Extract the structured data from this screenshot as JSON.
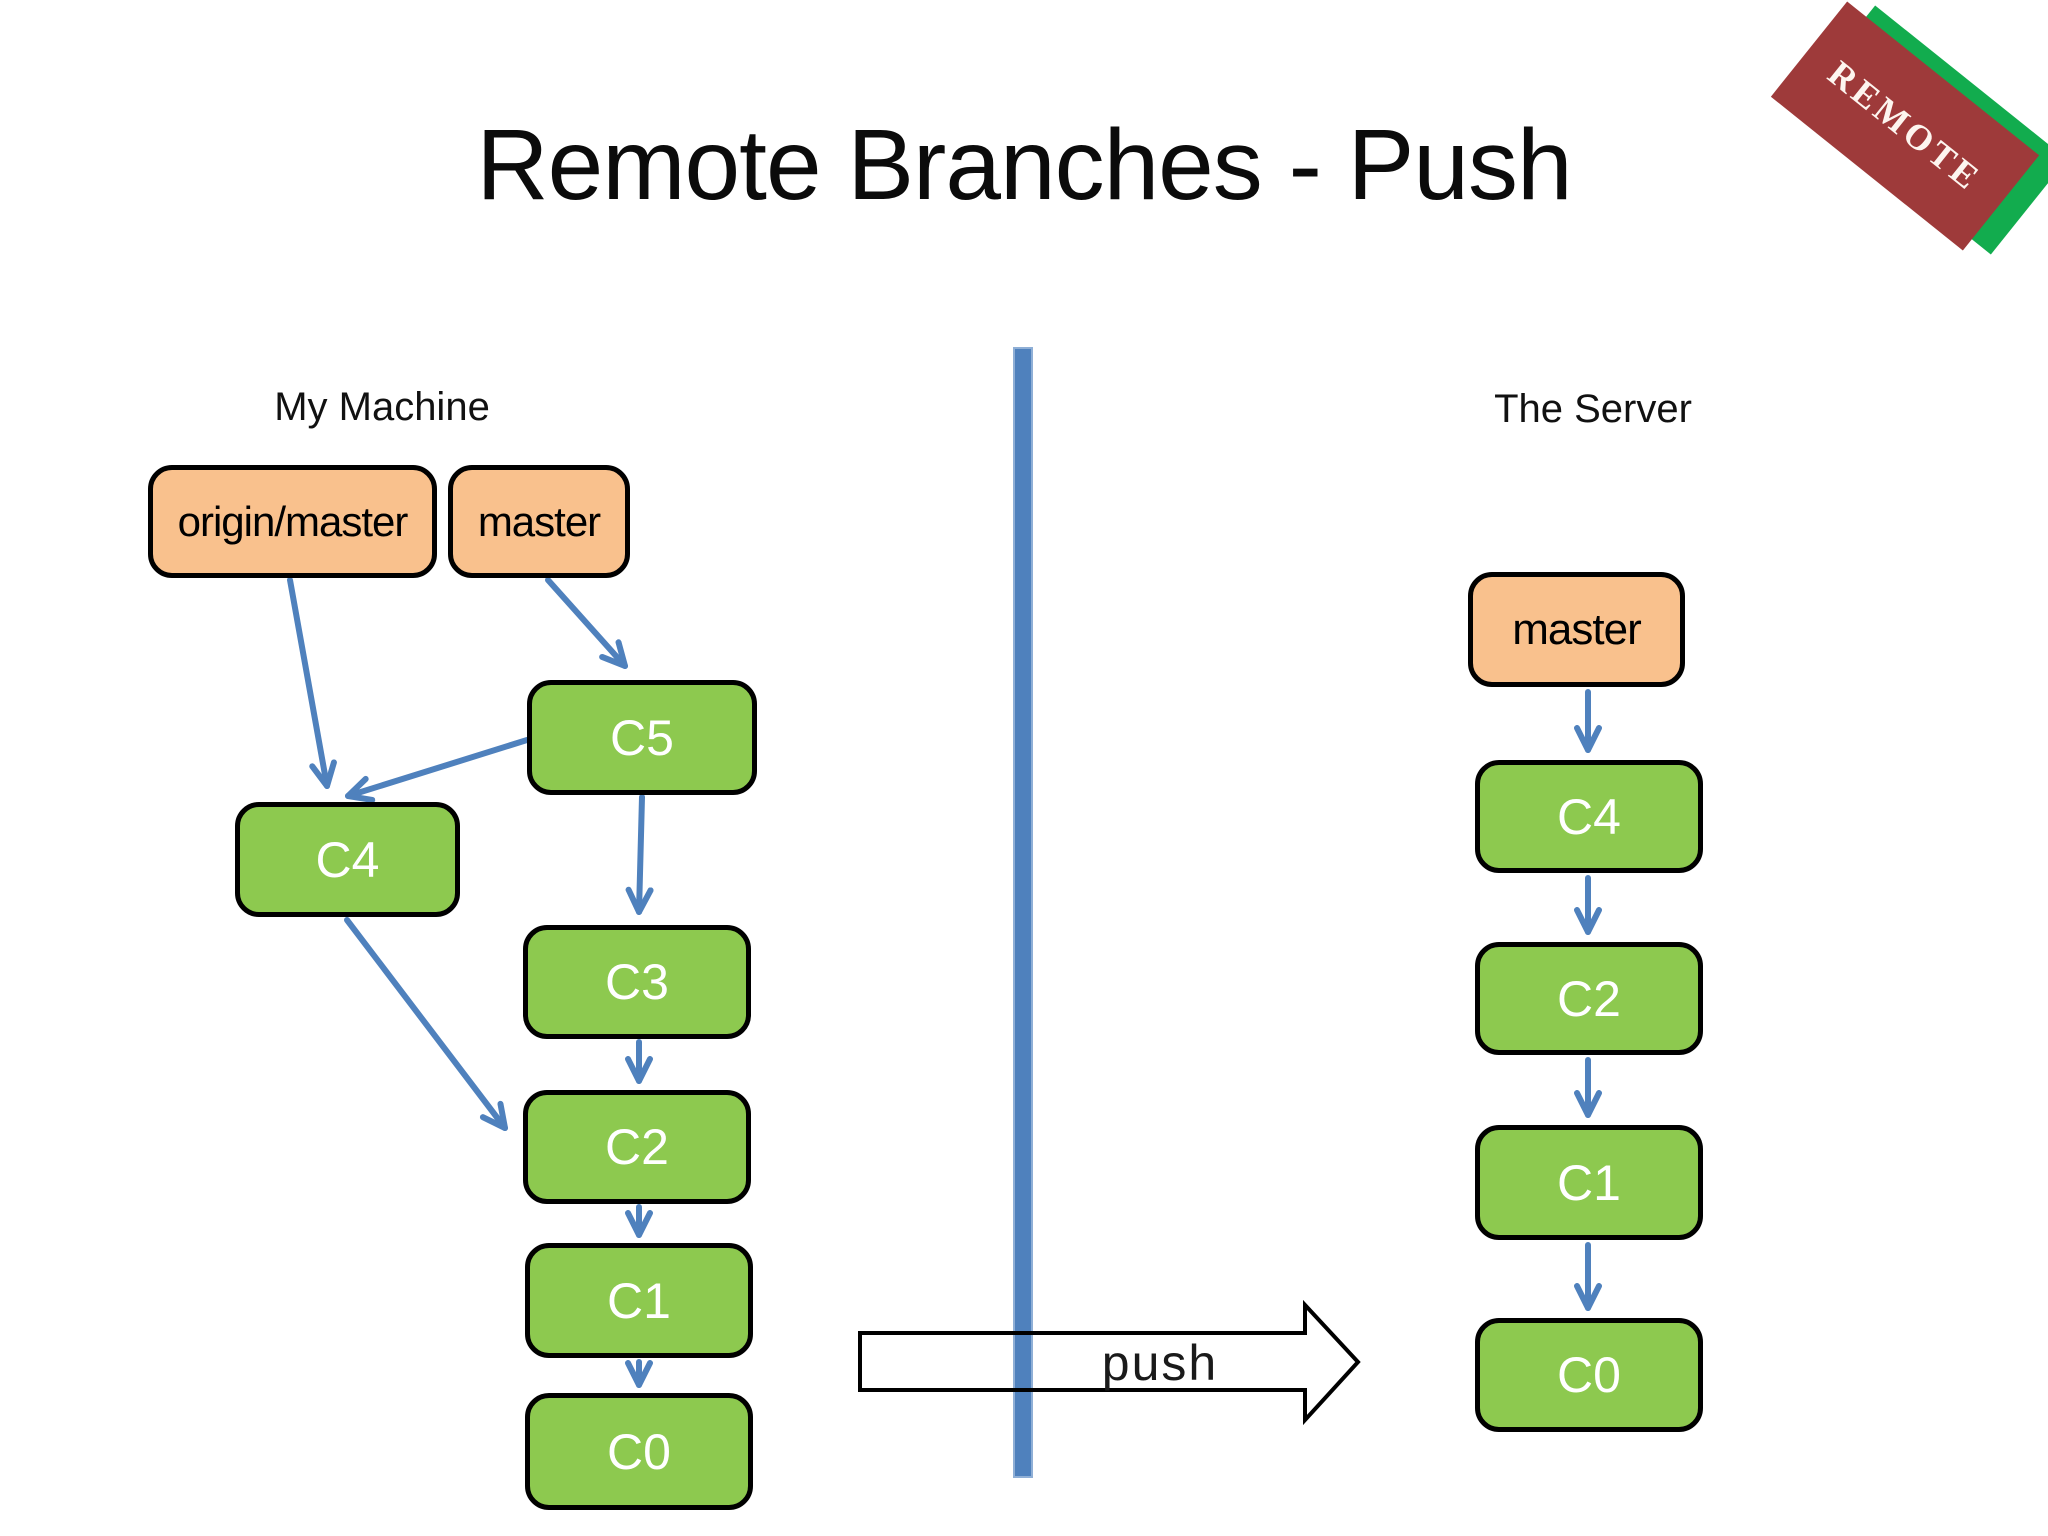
{
  "title": {
    "text": "Remote Branches - Push"
  },
  "badge": {
    "label": "REMOTE"
  },
  "machine": {
    "title": "My Machine",
    "branches": [
      {
        "label": "origin/master"
      },
      {
        "label": "master"
      }
    ],
    "commits": [
      {
        "label": "C5"
      },
      {
        "label": "C4"
      },
      {
        "label": "C3"
      },
      {
        "label": "C2"
      },
      {
        "label": "C1"
      },
      {
        "label": "C0"
      }
    ],
    "edges": [
      "origin/master -> C4",
      "master -> C5",
      "C5 -> C4",
      "C5 -> C3",
      "C3 -> C2",
      "C2 -> C1",
      "C1 -> C0",
      "C4 -> C2"
    ]
  },
  "server": {
    "title": "The Server",
    "branches": [
      {
        "label": "master"
      }
    ],
    "commits": [
      {
        "label": "C4"
      },
      {
        "label": "C2"
      },
      {
        "label": "C1"
      },
      {
        "label": "C0"
      }
    ],
    "edges": [
      "master -> C4",
      "C4 -> C2",
      "C2 -> C1",
      "C1 -> C0"
    ]
  },
  "push": {
    "label": "push"
  },
  "colors": {
    "commit_fill": "#8DC94F",
    "branch_fill": "#F9C18D",
    "node_outline": "#000000",
    "arrow_blue": "#4F81BD",
    "divider_blue": "#4F81BD",
    "badge_red": "#9E3A3A",
    "badge_green": "#12AC4E",
    "push_outline": "#000000"
  }
}
